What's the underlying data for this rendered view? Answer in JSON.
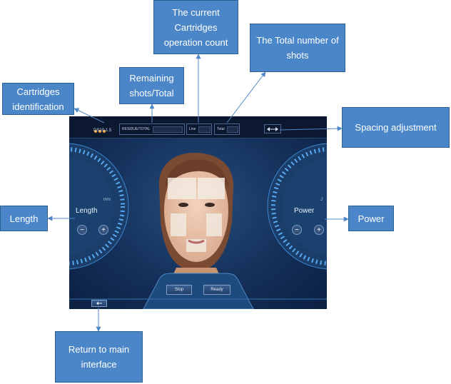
{
  "callouts": {
    "cartridges": "Cartridges identification",
    "remaining": "Remaining shots/Total",
    "current_count": "The current Cartridges operation count",
    "total_shots": "The Total number of shots",
    "spacing": "Spacing adjustment",
    "length": "Length",
    "power": "Power",
    "return": "Return to main interface"
  },
  "screen": {
    "cartridge_label": "DS10-1.5",
    "residue_label": "RESIDUE/TOTAL",
    "line_label": "Line",
    "total_label": "Total",
    "length_label": "Length",
    "length_unit": "mm",
    "power_label": "Power",
    "power_unit": "J",
    "minus": "−",
    "plus": "+",
    "stop_label": "Stop",
    "ready_label": "Ready"
  },
  "colors": {
    "callout_fill": "#4a86c8",
    "arrow": "#4f86c6",
    "screen_bg": "#14305a",
    "cartridge_dot": "#f0a53a"
  },
  "icons": [
    "spacing-adjust-icon",
    "back-icon",
    "face-graphic"
  ]
}
